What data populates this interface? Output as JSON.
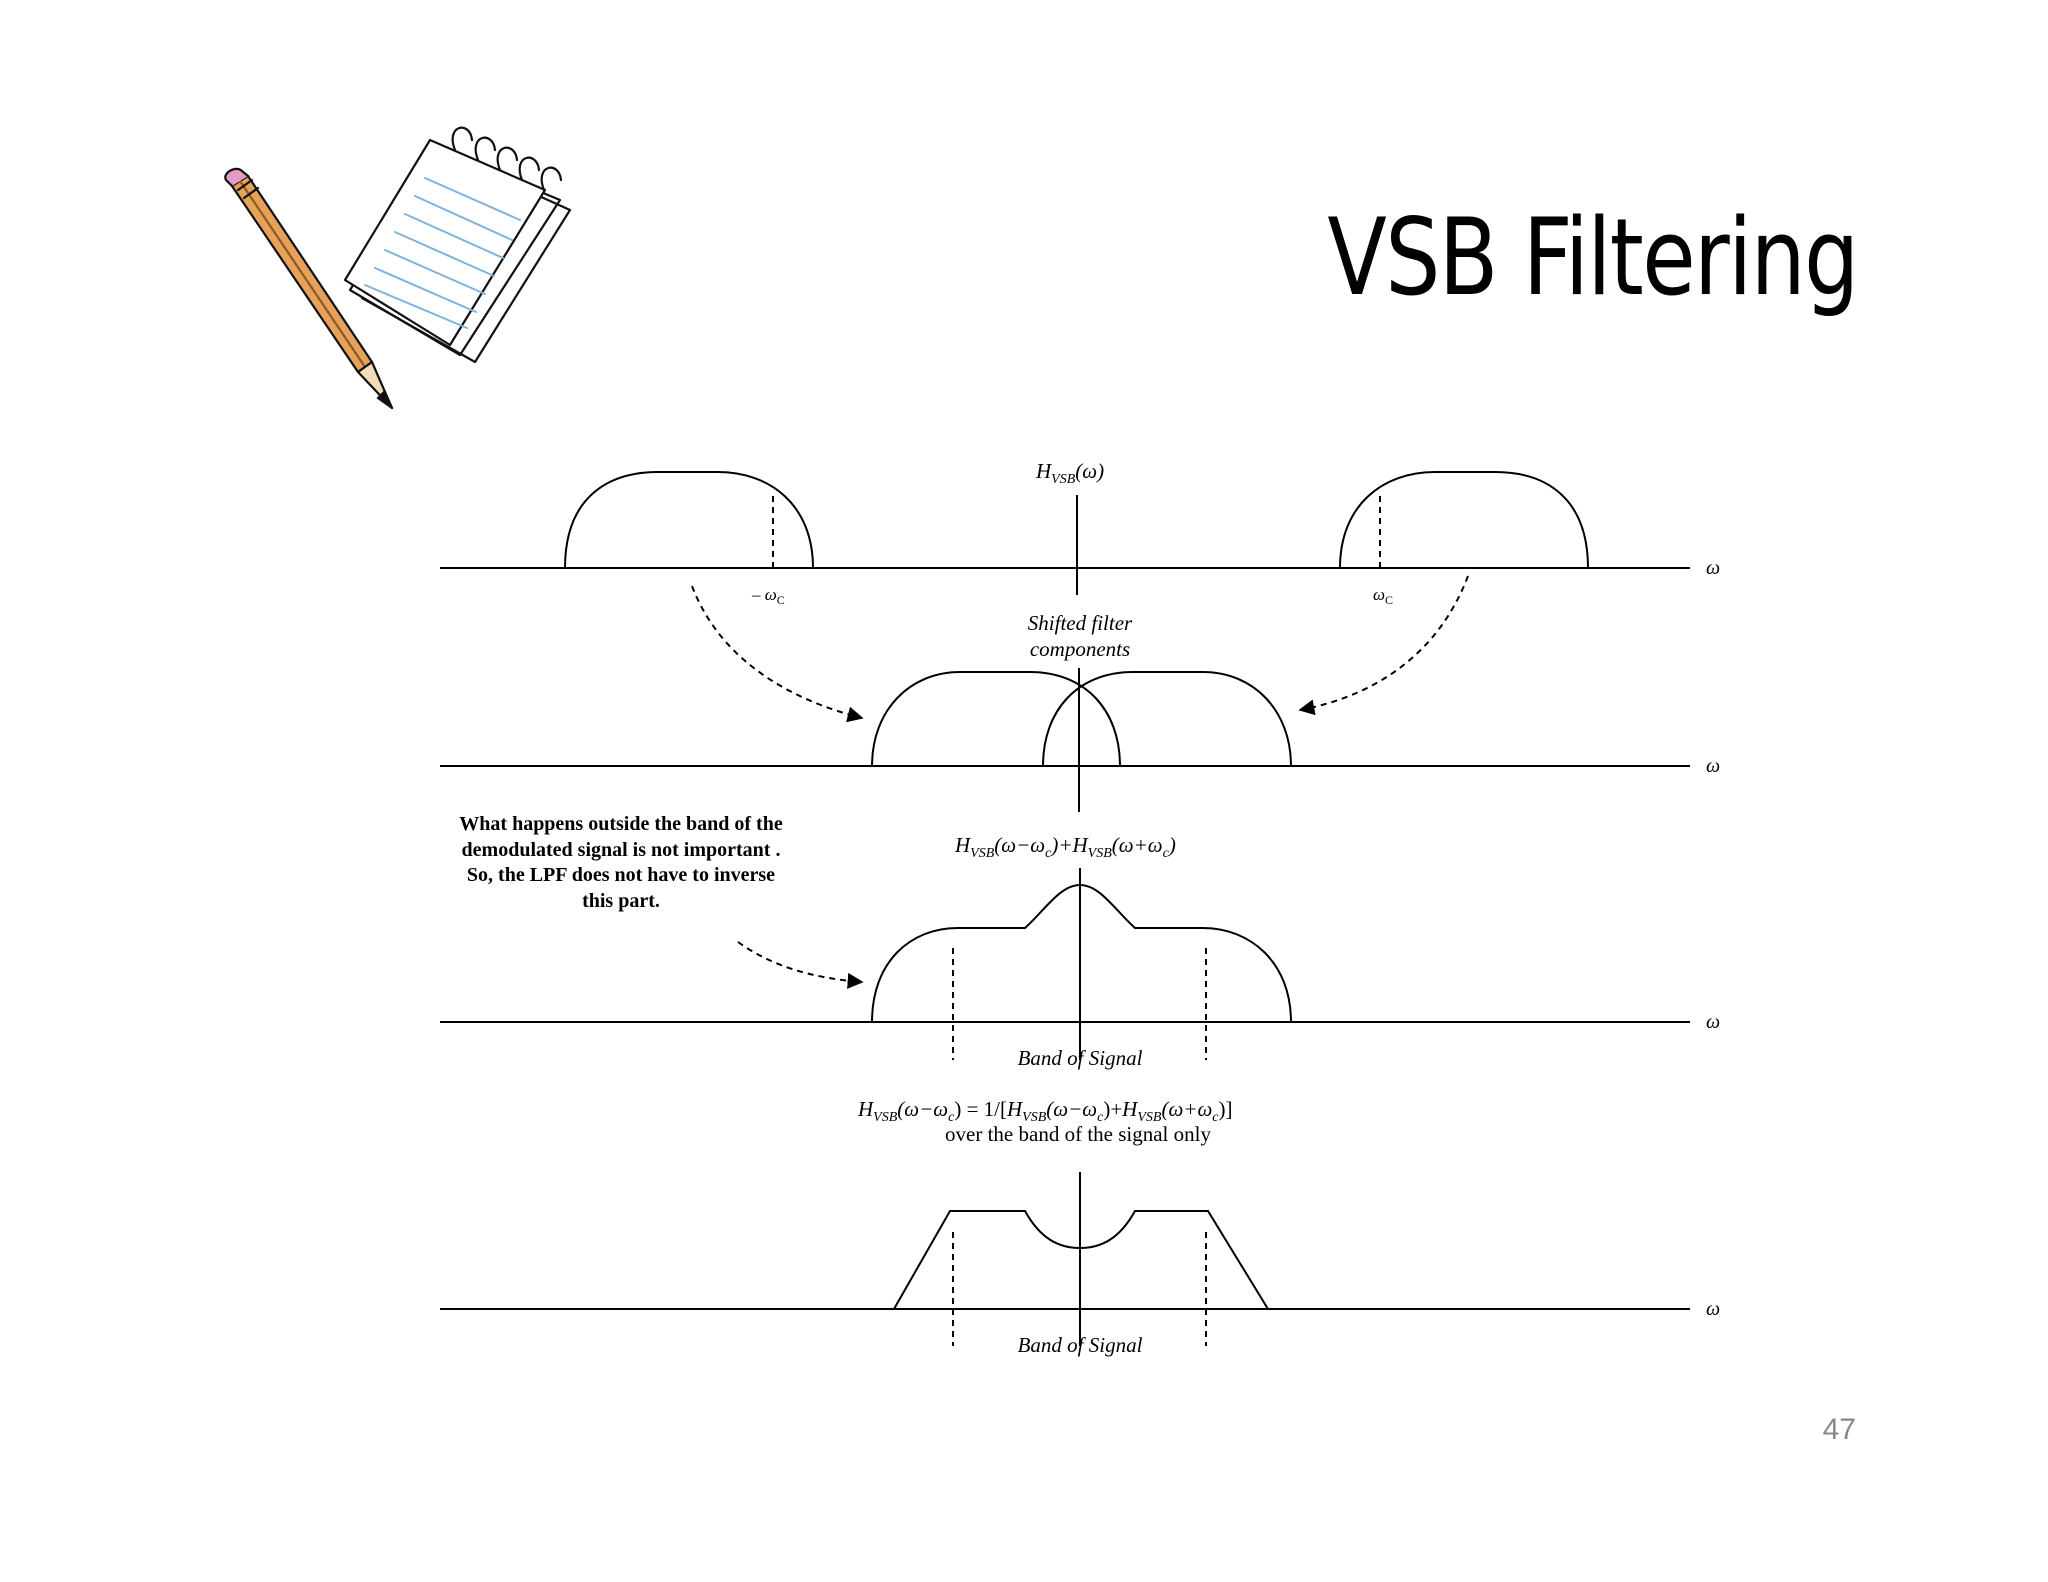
{
  "slide": {
    "title": "VSB Filtering",
    "page_number": "47"
  },
  "diagram": {
    "axis_symbol": "ω",
    "panel1": {
      "label_func": "H",
      "label_sub": "VSB",
      "label_arg": "(ω)",
      "neg_carrier": "– ω",
      "neg_carrier_sub": "C",
      "pos_carrier": "ω",
      "pos_carrier_sub": "C"
    },
    "panel2": {
      "caption_line1": "Shifted filter",
      "caption_line2": "components"
    },
    "panel3": {
      "note": "What happens outside the band of the demodulated signal is not important . So, the LPF does not have to inverse this part.",
      "band_label": "Band of Signal"
    },
    "panel4": {
      "subtitle": "over the band of the signal only",
      "band_label": "Band of Signal"
    }
  }
}
